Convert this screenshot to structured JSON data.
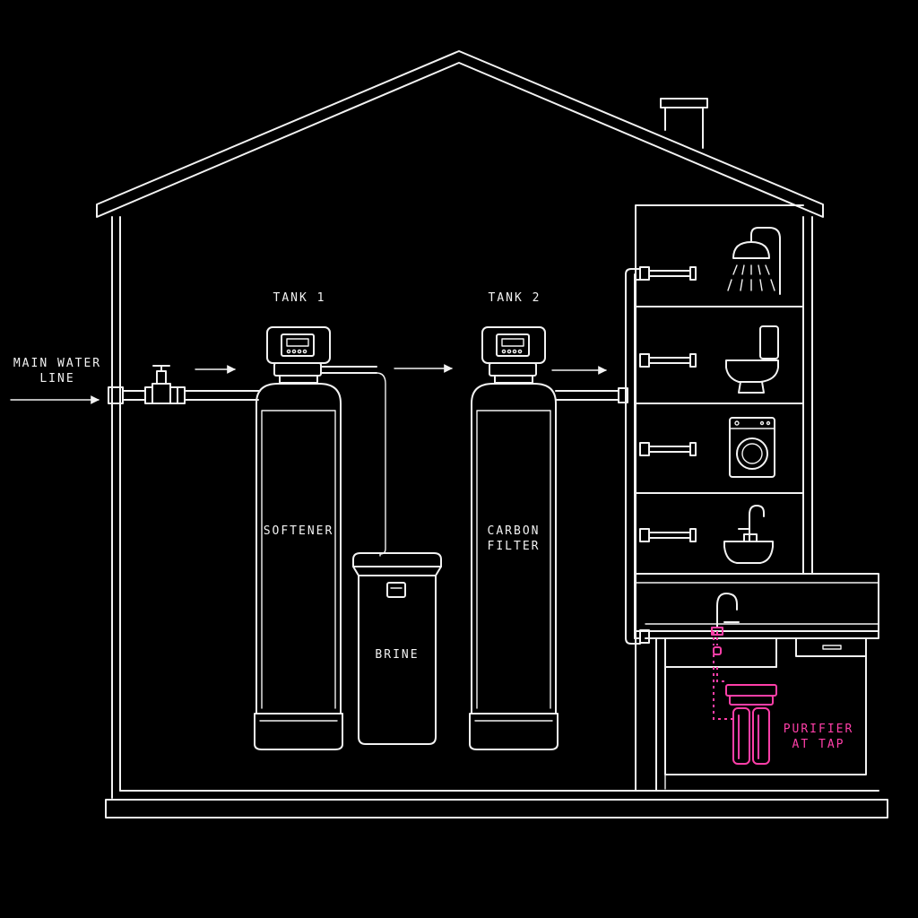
{
  "labels": {
    "main_line_1": "MAIN WATER",
    "main_line_2": "LINE",
    "tank1": "TANK 1",
    "tank2": "TANK 2",
    "softener": "SOFTENER",
    "brine": "BRINE",
    "carbon_1": "CARBON",
    "carbon_2": "FILTER",
    "purifier_1": "PURIFIER",
    "purifier_2": "AT TAP"
  },
  "fixtures": [
    "shower-icon",
    "toilet-icon",
    "washing-machine-icon",
    "sink-icon"
  ],
  "colors": {
    "background": "#000000",
    "line": "#f2f2f2",
    "accent": "#ff3fa8"
  }
}
